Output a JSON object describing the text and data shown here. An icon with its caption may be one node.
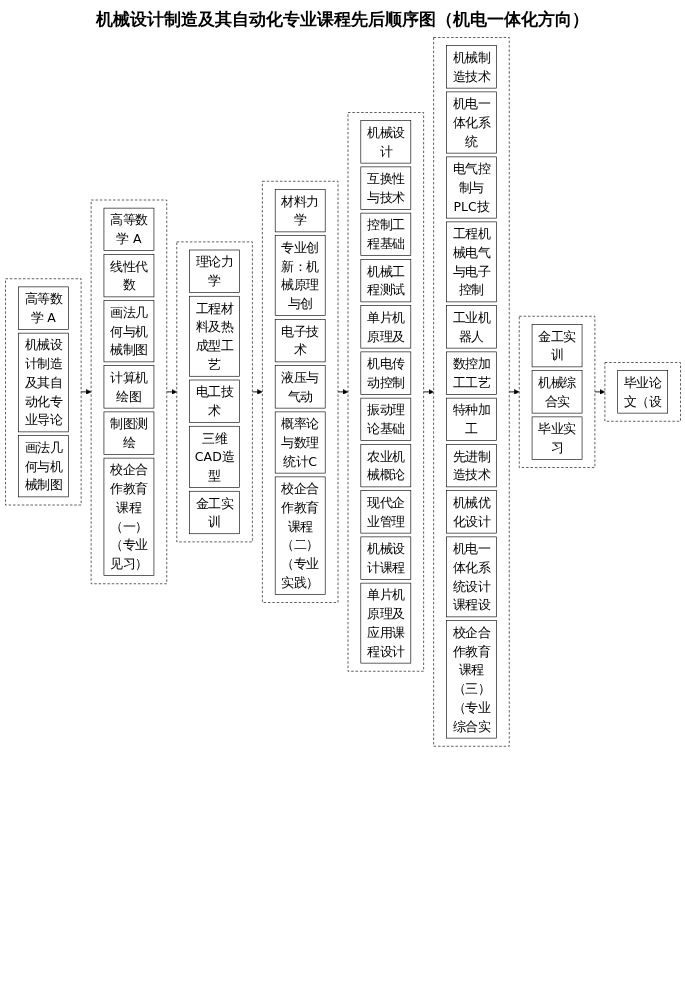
{
  "diagram": {
    "title": "机械设计制造及其自动化专业课程先后顺序图（机电一体化方向）",
    "nodes": [
      {
        "text": [],
        "shape": "box"
      },
      {
        "text": [
          "高等数学 A"
        ],
        "in": 0
      },
      {
        "text": [
          "机械设计制造及其自动化专业导论"
        ],
        "in": 0
      },
      {
        "text": [
          "画法几何与机械制图"
        ],
        "in": 0
      },
      {
        "text": [],
        "shape": "box"
      },
      {
        "text": [
          "高等数学 A"
        ],
        "in": 4
      },
      {
        "text": [
          "线性代数"
        ],
        "in": 4
      },
      {
        "text": [
          "画法几何与机械制图"
        ],
        "in": 4
      },
      {
        "text": [
          "计算机绘图"
        ],
        "in": 4
      },
      {
        "text": [
          "制图测绘"
        ],
        "in": 4
      },
      {
        "text": [
          "校企合作教育课程（一）（专业见习）"
        ],
        "in": 4
      },
      {
        "text": [],
        "shape": "box"
      },
      {
        "text": [
          "理论力学"
        ],
        "in": 11
      },
      {
        "text": [
          "工程材料及热成型工艺"
        ],
        "in": 11
      },
      {
        "text": [
          "电工技术"
        ],
        "in": 11
      },
      {
        "text": [
          "三维CAD造型"
        ],
        "in": 11
      },
      {
        "text": [
          "金工实训"
        ],
        "in": 11
      },
      {
        "text": [],
        "shape": "box"
      },
      {
        "text": [
          "材料力学"
        ],
        "in": 17
      },
      {
        "text": [
          "专业创新：机械原理与创"
        ],
        "in": 17
      },
      {
        "text": [
          "电子技术"
        ],
        "in": 17
      },
      {
        "text": [
          "液压与气动"
        ],
        "in": 17
      },
      {
        "text": [
          "概率论与数理统计C"
        ],
        "in": 17
      },
      {
        "text": [
          "校企合作教育课程（二）（专业实践）"
        ],
        "in": 17
      },
      {
        "text": [],
        "shape": "box"
      },
      {
        "text": [
          "机械设计"
        ],
        "in": 24
      },
      {
        "text": [
          "互换性与技术"
        ],
        "in": 24
      },
      {
        "text": [
          "控制工程基础"
        ],
        "in": 24
      },
      {
        "text": [
          "机械工程测试"
        ],
        "in": 24
      },
      {
        "text": [
          "单片机原理及"
        ],
        "in": 24
      },
      {
        "text": [
          "机电传动控制"
        ],
        "in": 24
      },
      {
        "text": [
          "振动理论基础"
        ],
        "in": 24
      },
      {
        "text": [
          "农业机械概论"
        ],
        "in": 24
      },
      {
        "text": [
          "现代企业管理"
        ],
        "in": 24
      },
      {
        "text": [
          "机械设计课程"
        ],
        "in": 24
      },
      {
        "text": [
          "单片机原理及应用课程设计"
        ],
        "in": 24
      },
      {
        "text": [],
        "shape": "box"
      },
      {
        "text": [
          "机械制造技术"
        ],
        "in": 36
      },
      {
        "text": [
          "机电一体化系统"
        ],
        "in": 36
      },
      {
        "text": [
          "电气控制与PLC技"
        ],
        "in": 36
      },
      {
        "text": [
          "工程机械电气与电子控制"
        ],
        "in": 36
      },
      {
        "text": [
          "工业机器人"
        ],
        "in": 36
      },
      {
        "text": [
          "数控加工工艺"
        ],
        "in": 36
      },
      {
        "text": [
          "特种加工"
        ],
        "in": 36
      },
      {
        "text": [
          "先进制造技术"
        ],
        "in": 36
      },
      {
        "text": [
          "机械优化设计"
        ],
        "in": 36
      },
      {
        "text": [
          "机电一体化系统设计课程设"
        ],
        "in": 36
      },
      {
        "text": [
          "校企合作教育课程（三）（专业综合实"
        ],
        "in": 36
      },
      {
        "text": [],
        "shape": "box"
      },
      {
        "text": [
          "金工实训"
        ],
        "in": 48
      },
      {
        "text": [
          "机械综合实"
        ],
        "in": 48
      },
      {
        "text": [
          "毕业实习"
        ],
        "in": 48
      },
      {
        "text": [],
        "shape": "box"
      },
      {
        "text": [
          "毕业论文（设"
        ],
        "in": 52
      }
    ],
    "edges": [
      {
        "from": 0,
        "to": 4,
        "arrow": "to"
      },
      {
        "from": 4,
        "to": 11,
        "arrow": "to"
      },
      {
        "from": 11,
        "to": 17,
        "arrow": "to"
      },
      {
        "from": 17,
        "to": 24,
        "arrow": "to"
      },
      {
        "from": 24,
        "to": 36,
        "arrow": "to"
      },
      {
        "from": 36,
        "to": 48,
        "arrow": "to"
      },
      {
        "from": 48,
        "to": 52,
        "arrow": "to"
      }
    ]
  }
}
